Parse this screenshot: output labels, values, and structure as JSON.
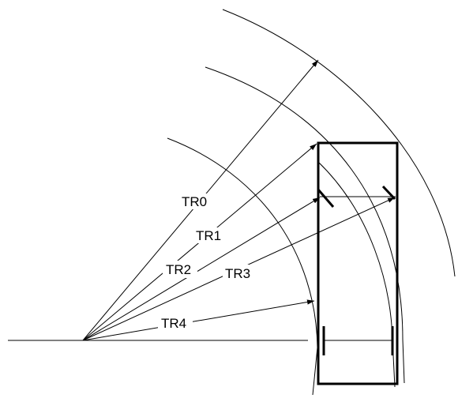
{
  "labels": {
    "tr0": "TR0",
    "tr1": "TR1",
    "tr2": "TR2",
    "tr3": "TR3",
    "tr4": "TR4"
  }
}
